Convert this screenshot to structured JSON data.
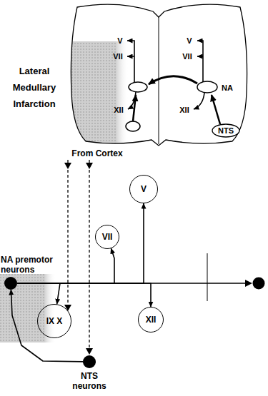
{
  "diagram": {
    "nodes": [
      {
        "text": [
          "V"
        ]
      },
      {
        "text": [
          "VII"
        ]
      },
      {
        "text": [
          "NA premotor neurons"
        ]
      },
      {
        "text": [
          "IX X"
        ]
      },
      {
        "text": [
          "XII"
        ]
      },
      {
        "text": [
          "NTS neurons"
        ]
      }
    ],
    "edges": [
      {
        "from": 2,
        "to": 0,
        "arrow": "to"
      },
      {
        "from": 2,
        "to": 1,
        "arrow": "to"
      },
      {
        "from": 2,
        "to": 3,
        "arrow": "to"
      },
      {
        "from": 2,
        "to": 4,
        "arrow": "to"
      },
      {
        "from": 5,
        "to": 2,
        "arrow": "to"
      }
    ],
    "labels": [
      "V",
      "V",
      "VII",
      "VII",
      "Lateral Medullary Infarction",
      "NA",
      "XII",
      "XII",
      "NTS",
      "From Cortex"
    ]
  }
}
